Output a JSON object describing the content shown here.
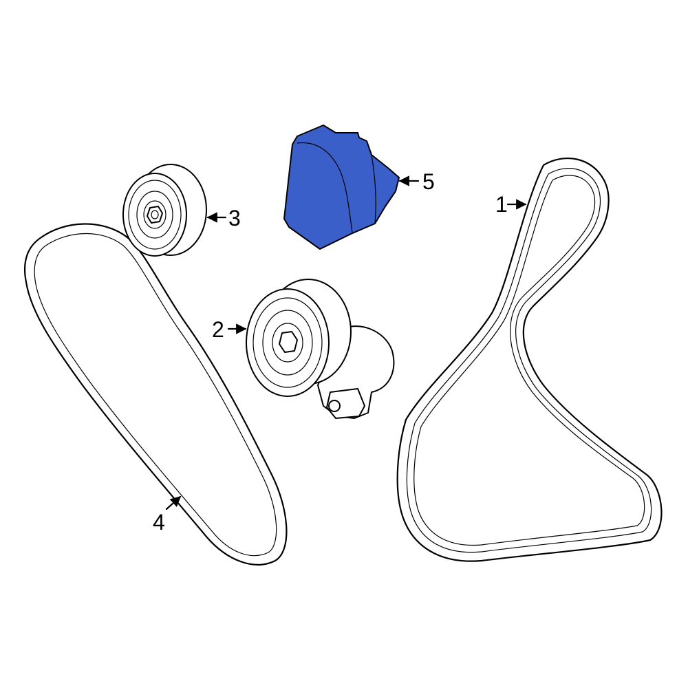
{
  "callouts": {
    "c1": "1",
    "c2": "2",
    "c3": "3",
    "c4": "4",
    "c5": "5"
  },
  "colors": {
    "highlight": "#3a5fc8",
    "outline": "#000000",
    "background": "#ffffff"
  }
}
